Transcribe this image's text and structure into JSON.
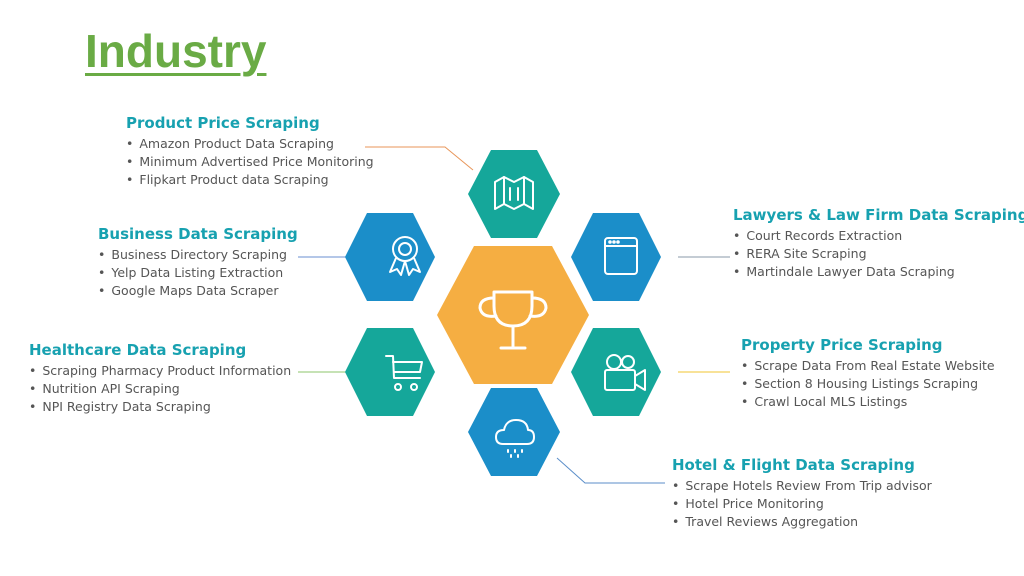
{
  "title": "Industry",
  "blocks": {
    "product": {
      "heading": "Product Price Scraping",
      "items": [
        "Amazon Product Data Scraping",
        "Minimum Advertised Price Monitoring",
        "Flipkart Product data Scraping"
      ]
    },
    "business": {
      "heading": "Business Data Scraping",
      "items": [
        "Business Directory Scraping",
        "Yelp Data Listing Extraction",
        "Google Maps Data Scraper"
      ]
    },
    "healthcare": {
      "heading": "Healthcare Data Scraping",
      "items": [
        "Scraping Pharmacy Product Information",
        "Nutrition API Scraping",
        "NPI Registry Data Scraping"
      ]
    },
    "lawyers": {
      "heading": "Lawyers & Law Firm Data Scraping",
      "items": [
        "Court Records Extraction",
        "RERA Site Scraping",
        "Martindale Lawyer Data Scraping"
      ]
    },
    "property": {
      "heading": "Property Price Scraping",
      "items": [
        "Scrape Data From Real Estate Website",
        "Section 8 Housing Listings Scraping",
        "Crawl Local MLS Listings"
      ]
    },
    "hotel": {
      "heading": "Hotel & Flight Data Scraping",
      "items": [
        "Scrape Hotels Review From Trip advisor",
        "Hotel Price Monitoring",
        "Travel Reviews Aggregation"
      ]
    }
  },
  "colors": {
    "title": "#6aab45",
    "heading": "#17a1b0",
    "teal": "#15a79a",
    "blue": "#1b8ec9",
    "center": "#f5ae42"
  },
  "icons": {
    "center": "trophy-icon",
    "product": "map-icon",
    "business": "award-ribbon-icon",
    "healthcare": "shopping-cart-icon",
    "lawyers": "browser-window-icon",
    "property": "video-camera-icon",
    "hotel": "rain-cloud-icon"
  }
}
